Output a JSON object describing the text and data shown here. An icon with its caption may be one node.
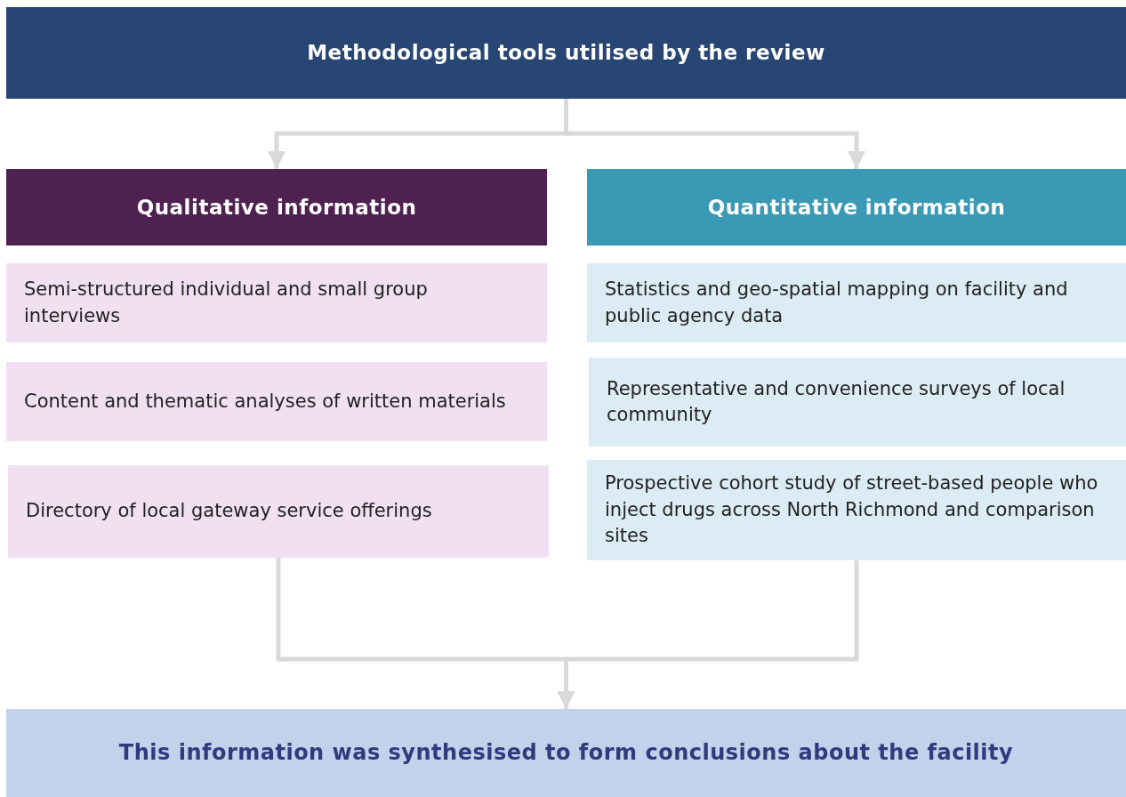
{
  "diagram": {
    "nodes": [
      {
        "text": [
          "Methodological tools utilised by the review"
        ]
      },
      {
        "text": [
          "Qualitative information"
        ]
      },
      {
        "text": [
          "Quantitative information"
        ]
      },
      {
        "text": [
          "Semi-structured individual and small group interviews"
        ]
      },
      {
        "text": [
          "Content and thematic analyses of written materials"
        ]
      },
      {
        "text": [
          "Directory of local gateway service offerings"
        ]
      },
      {
        "text": [
          "Statistics and geo-spatial mapping on facility and public agency data"
        ]
      },
      {
        "text": [
          "Representative and convenience surveys of local community"
        ]
      },
      {
        "text": [
          "Prospective cohort study of street-based people who inject drugs across North Richmond and comparison sites"
        ]
      },
      {
        "text": [
          "This information was synthesised to form conclusions about the facility"
        ]
      }
    ],
    "edges": [
      {
        "from": 0,
        "to": 1,
        "arrow": "to"
      },
      {
        "from": 0,
        "to": 2,
        "arrow": "to"
      },
      {
        "from": 5,
        "to": 9,
        "arrow": "to"
      },
      {
        "from": 8,
        "to": 9,
        "arrow": "to"
      }
    ]
  }
}
